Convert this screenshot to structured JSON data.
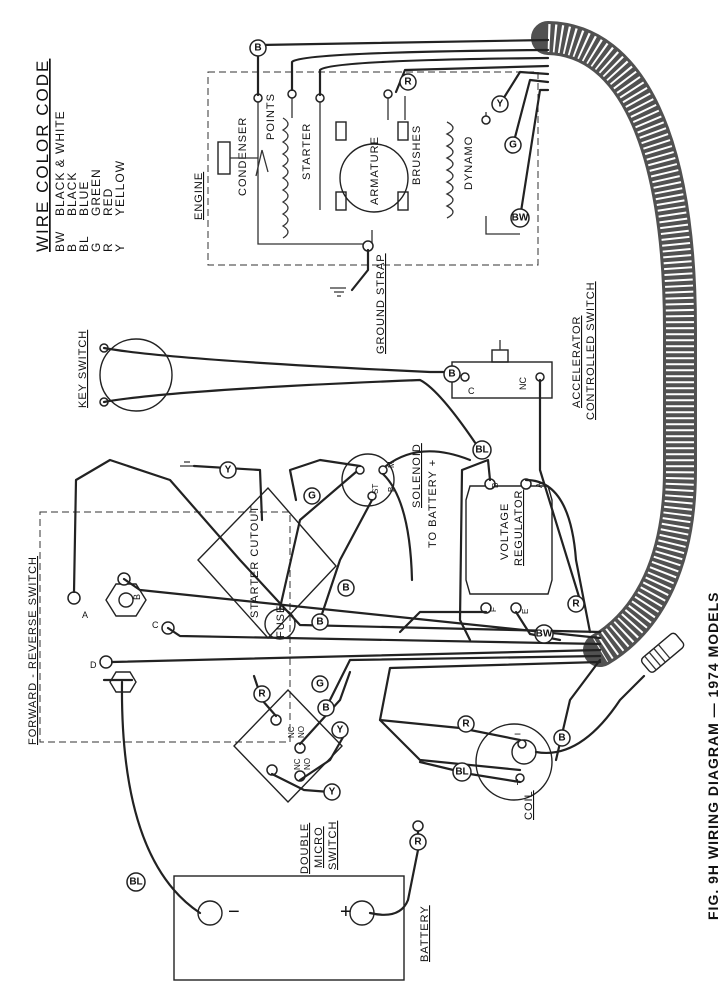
{
  "wire_color_code": {
    "title": "WIRE COLOR CODE",
    "entries": [
      {
        "code": "BW",
        "color": "BLACK & WHITE"
      },
      {
        "code": "B",
        "color": "BLACK"
      },
      {
        "code": "BL",
        "color": "BLUE"
      },
      {
        "code": "G",
        "color": "GREEN"
      },
      {
        "code": "R",
        "color": "RED"
      },
      {
        "code": "Y",
        "color": "YELLOW"
      }
    ]
  },
  "labels": {
    "engine": "ENGINE",
    "condenser": "CONDENSER",
    "points": "POINTS",
    "starter": "STARTER",
    "armature": "ARMATURE",
    "brushes": "BRUSHES",
    "dynamo": "DYNAMO",
    "ground_strap": "GROUND STRAP",
    "key_switch": "KEY SWITCH",
    "accelerator_l1": "ACCELERATOR",
    "accelerator_l2": "CONTROLLED SWITCH",
    "term_c": "C",
    "term_nc": "NC",
    "solenoid": "SOLENOID",
    "to_battery": "TO BATTERY +",
    "term_st": "ST",
    "term_b": "B",
    "term_m": "M",
    "starter_cutout": "STARTER CUTOUT",
    "voltage_l1": "VOLTAGE",
    "voltage_l2": "REGULATOR",
    "term_a": "A",
    "term_f": "F",
    "term_e": "E",
    "fwd_rev_switch": "FORWARD - REVERSE SWITCH",
    "sw_a": "A",
    "sw_b": "B",
    "sw_c": "C",
    "sw_d": "D",
    "fuse": "FUSE",
    "nc": "NC",
    "no": "NO",
    "double_l1": "DOUBLE",
    "double_l2": "MICRO",
    "double_l3": "SWITCH",
    "coil": "COIL",
    "battery": "BATTERY",
    "minus": "−",
    "plus": "+",
    "figure_caption": "FIG. 9H   WIRING DIAGRAM  —  1974 MODELS"
  },
  "wire_tags": {
    "b": "B",
    "r": "R",
    "y": "Y",
    "g": "G",
    "bw": "BW",
    "bl": "BL"
  },
  "colors": {
    "ink": "#222222",
    "paper": "#ffffff"
  }
}
